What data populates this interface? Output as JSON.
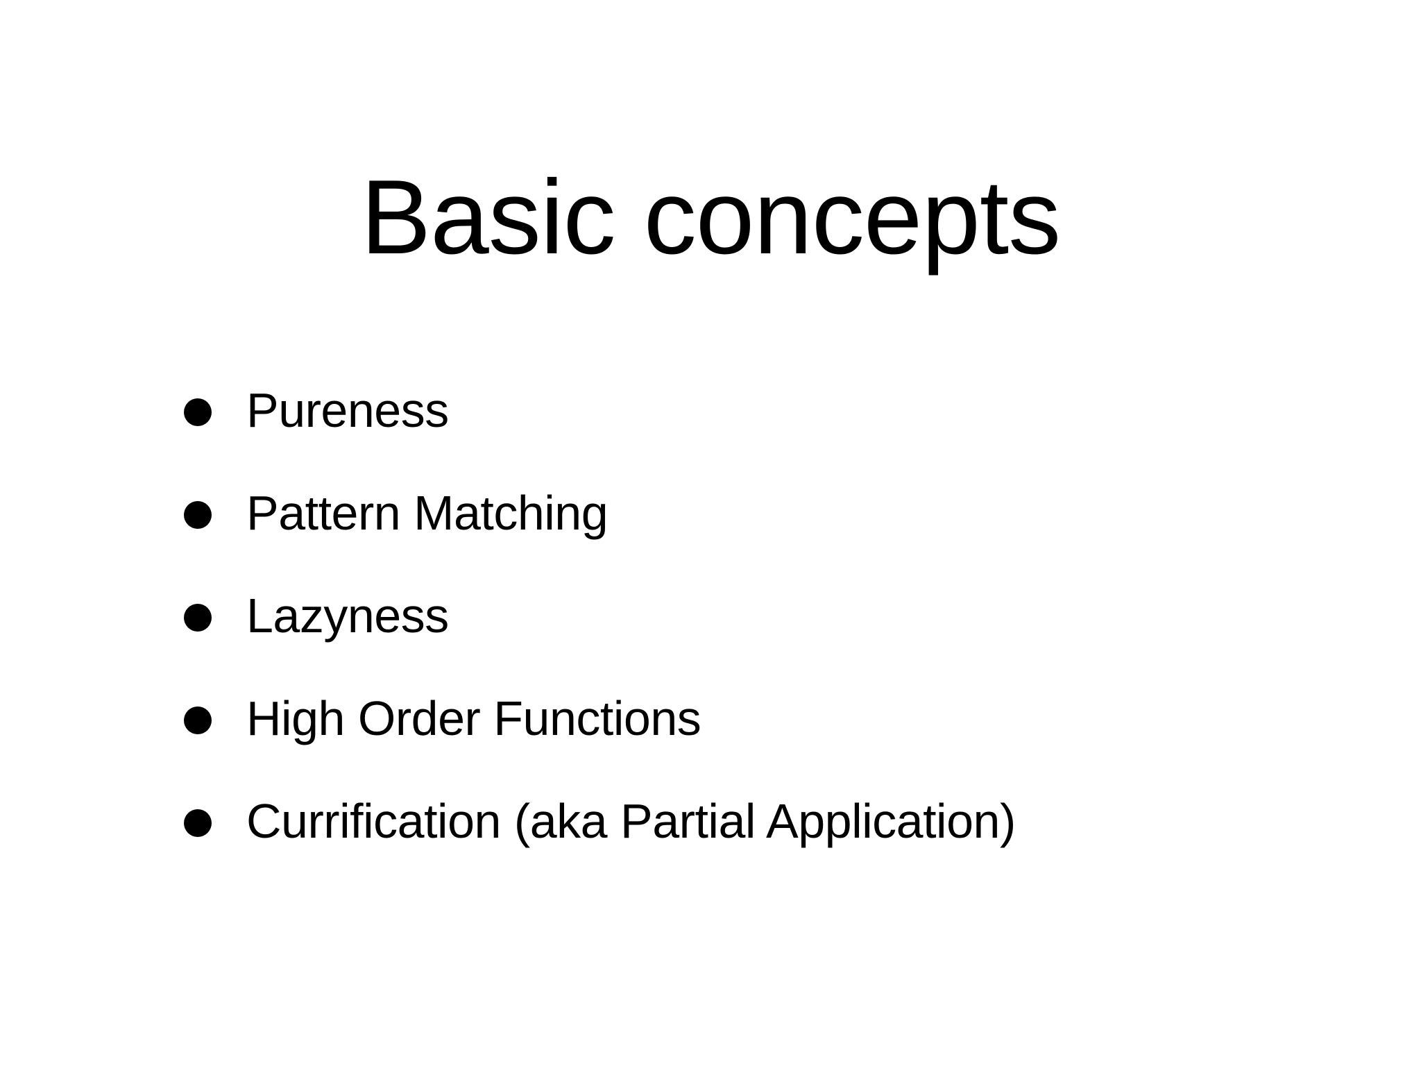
{
  "slide": {
    "background_color": "#ffffff",
    "text_color": "#000000",
    "title": "Basic concepts",
    "bullets": [
      {
        "label": "Pureness",
        "marker": "bullet-dot"
      },
      {
        "label": "Pattern Matching",
        "marker": "bullet-dot"
      },
      {
        "label": "Lazyness",
        "marker": "bullet-dot"
      },
      {
        "label": "High Order Functions",
        "marker": "bullet-dot"
      },
      {
        "label": "Currification (aka Partial Application)",
        "marker": "bullet-dot"
      }
    ]
  }
}
